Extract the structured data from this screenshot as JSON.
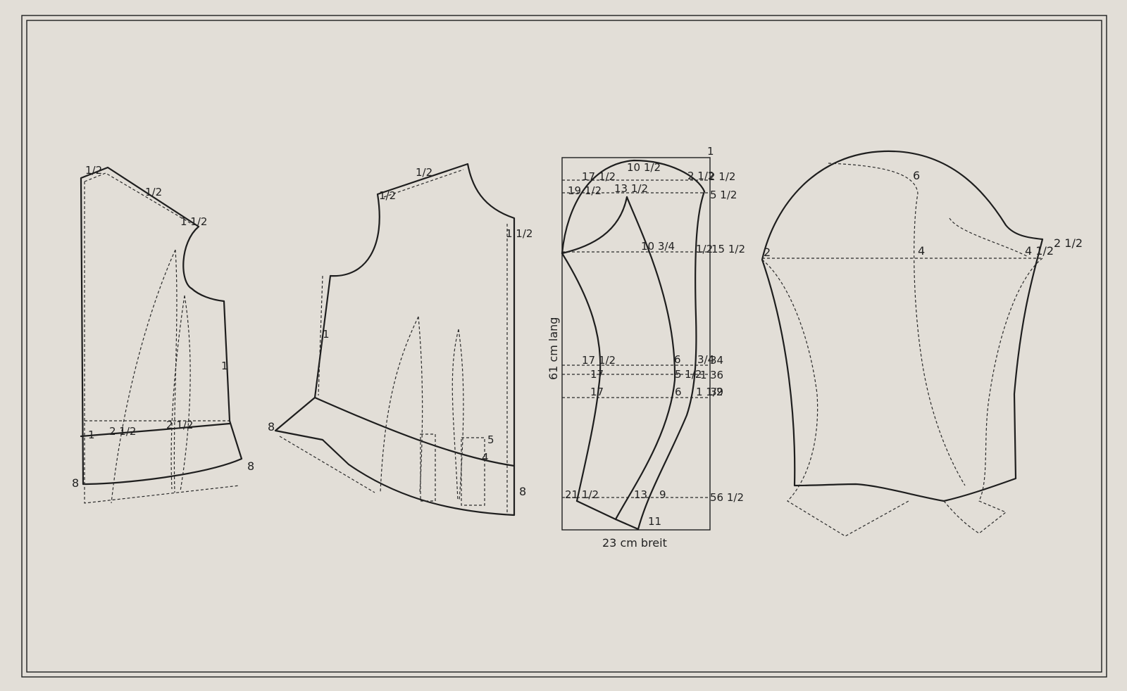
{
  "colors": {
    "paper": "#e2ded7",
    "ink": "#1e1e1e"
  },
  "front_piece": {
    "labels": [
      "1/2",
      "1/2",
      "1 1/2",
      "1",
      "1",
      "2 1/2",
      "2 1/2",
      "8",
      "8"
    ]
  },
  "back_piece": {
    "labels": [
      "1/2",
      "1/2",
      "1 1/2",
      "1",
      "8",
      "5",
      "4",
      "8"
    ]
  },
  "sleeve_draft": {
    "length_label": "61 cm lang",
    "width_label": "23 cm breit",
    "labels": [
      "1",
      "10 1/2",
      "17 1/2",
      "2 1/2",
      "2 1/2",
      "19 1/2",
      "13 1/2",
      "5 1/2",
      "10 3/4",
      "1/2",
      "15 1/2",
      "17 1/2",
      "6",
      "3/4",
      "34",
      "17",
      "5 1/2",
      "1",
      "36",
      "17",
      "6",
      "1 1/2",
      "39",
      "21 1/2",
      "13",
      "9",
      "56 1/2",
      "11"
    ]
  },
  "sleeve_piece": {
    "labels": [
      "6",
      "2",
      "4",
      "4 1/2",
      "2 1/2"
    ]
  }
}
